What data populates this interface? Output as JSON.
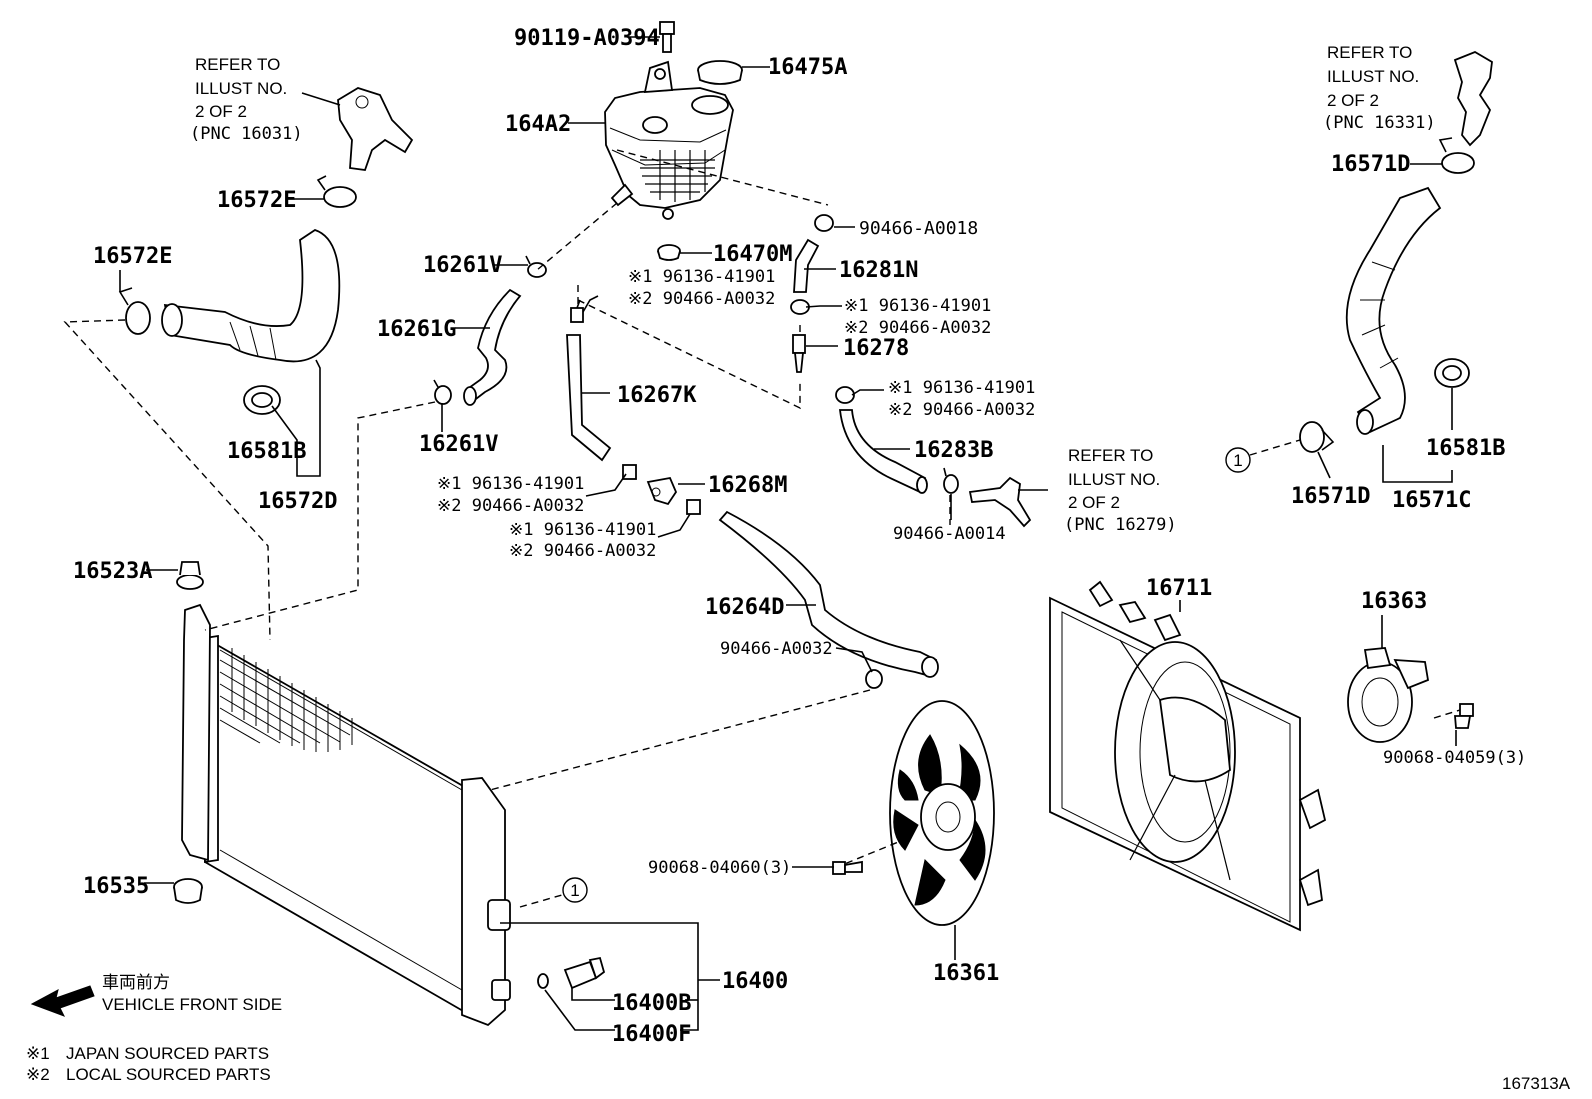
{
  "diagram_id": "167313A",
  "direction": {
    "jp": "車両前方",
    "en": "VEHICLE FRONT SIDE"
  },
  "legend": [
    {
      "mark": "※1",
      "text": "JAPAN SOURCED PARTS"
    },
    {
      "mark": "※2",
      "text": "LOCAL SOURCED PARTS"
    }
  ],
  "refs": {
    "left": {
      "l1": "REFER TO",
      "l2": "ILLUST NO.",
      "l3": "2 OF 2",
      "l4": "(PNC 16031)"
    },
    "right": {
      "l1": "REFER TO",
      "l2": "ILLUST NO.",
      "l3": "2 OF 2",
      "l4": "(PNC 16331)"
    },
    "middle": {
      "l1": "REFER TO",
      "l2": "ILLUST NO.",
      "l3": "2 OF 2",
      "l4": "(PNC 16279)"
    }
  },
  "circle_ref": "1",
  "parts": {
    "p90119": "90119-A0394",
    "p16475A": "16475A",
    "p164A2": "164A2",
    "p16572E_top": "16572E",
    "p16572E_left": "16572E",
    "p90466_0018": "90466-A0018",
    "p16470M": "16470M",
    "p16281N": "16281N",
    "p16261V_top": "16261V",
    "p16261G": "16261G",
    "p16261V_bot": "16261V",
    "p16267K": "16267K",
    "p16278": "16278",
    "p16283B": "16283B",
    "p16268M": "16268M",
    "p90466_0014": "90466-A0014",
    "p16581B_left": "16581B",
    "p16572D": "16572D",
    "p16571D_top": "16571D",
    "p16581B_right": "16581B",
    "p16571D_bot": "16571D",
    "p16571C": "16571C",
    "p16523A": "16523A",
    "p16264D": "16264D",
    "p90466_0032": "90466-A0032",
    "p16711": "16711",
    "p16363": "16363",
    "p90068_04059": "90068-04059(3)",
    "p90068_04060": "90068-04060(3)",
    "p16535": "16535",
    "p16361": "16361",
    "p16400": "16400",
    "p16400B": "16400B",
    "p16400F": "16400F"
  },
  "alt_pairs": {
    "a": {
      "l1": "※1  96136-41901",
      "l2": "※2  90466-A0032"
    },
    "b": {
      "l1": "※1  96136-41901",
      "l2": "※2  90466-A0032"
    },
    "c": {
      "l1": "※1  96136-41901",
      "l2": "※2  90466-A0032"
    },
    "d": {
      "l1": "※1  96136-41901",
      "l2": "※2  90466-A0032"
    },
    "e": {
      "l1": "※1  96136-41901",
      "l2": "※2  90466-A0032"
    }
  }
}
